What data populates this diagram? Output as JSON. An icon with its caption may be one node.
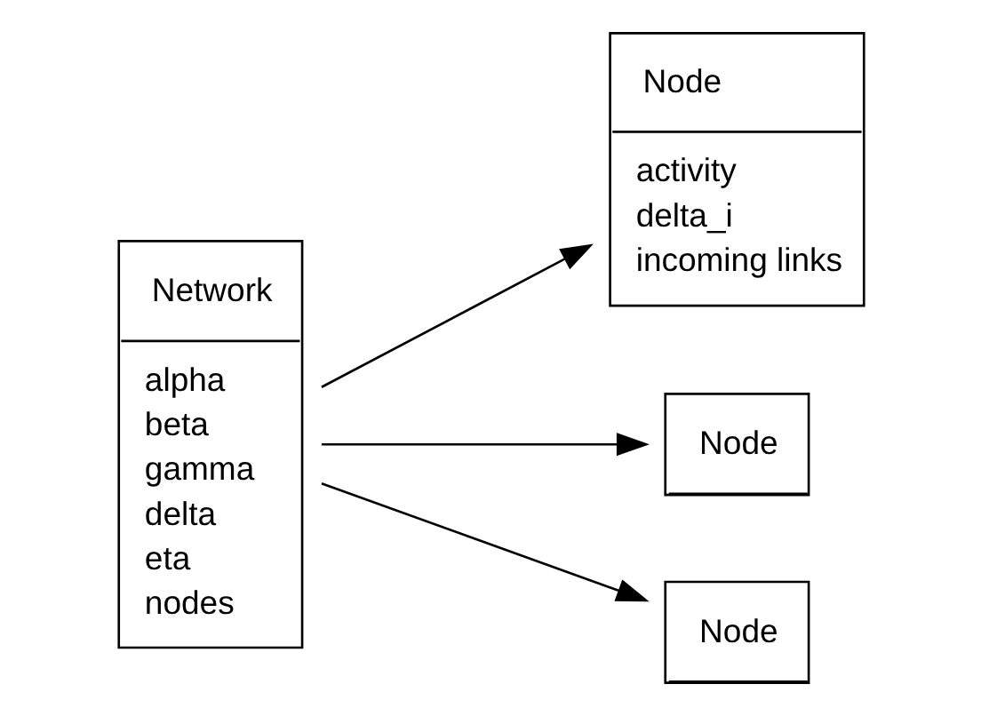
{
  "diagram": {
    "nodes": [
      {
        "text": [
          "Network",
          "alpha",
          "beta",
          "gamma",
          "delta",
          "eta",
          "nodes"
        ]
      },
      {
        "text": [
          "Node",
          "activity",
          "delta_i",
          "incoming links"
        ]
      },
      {
        "text": [
          "Node"
        ]
      },
      {
        "text": [
          "Node"
        ]
      }
    ],
    "edges": [
      {
        "from": 0,
        "to": 1,
        "arrow": "to"
      },
      {
        "from": 0,
        "to": 2,
        "arrow": "to"
      },
      {
        "from": 0,
        "to": 3,
        "arrow": "to"
      }
    ]
  }
}
